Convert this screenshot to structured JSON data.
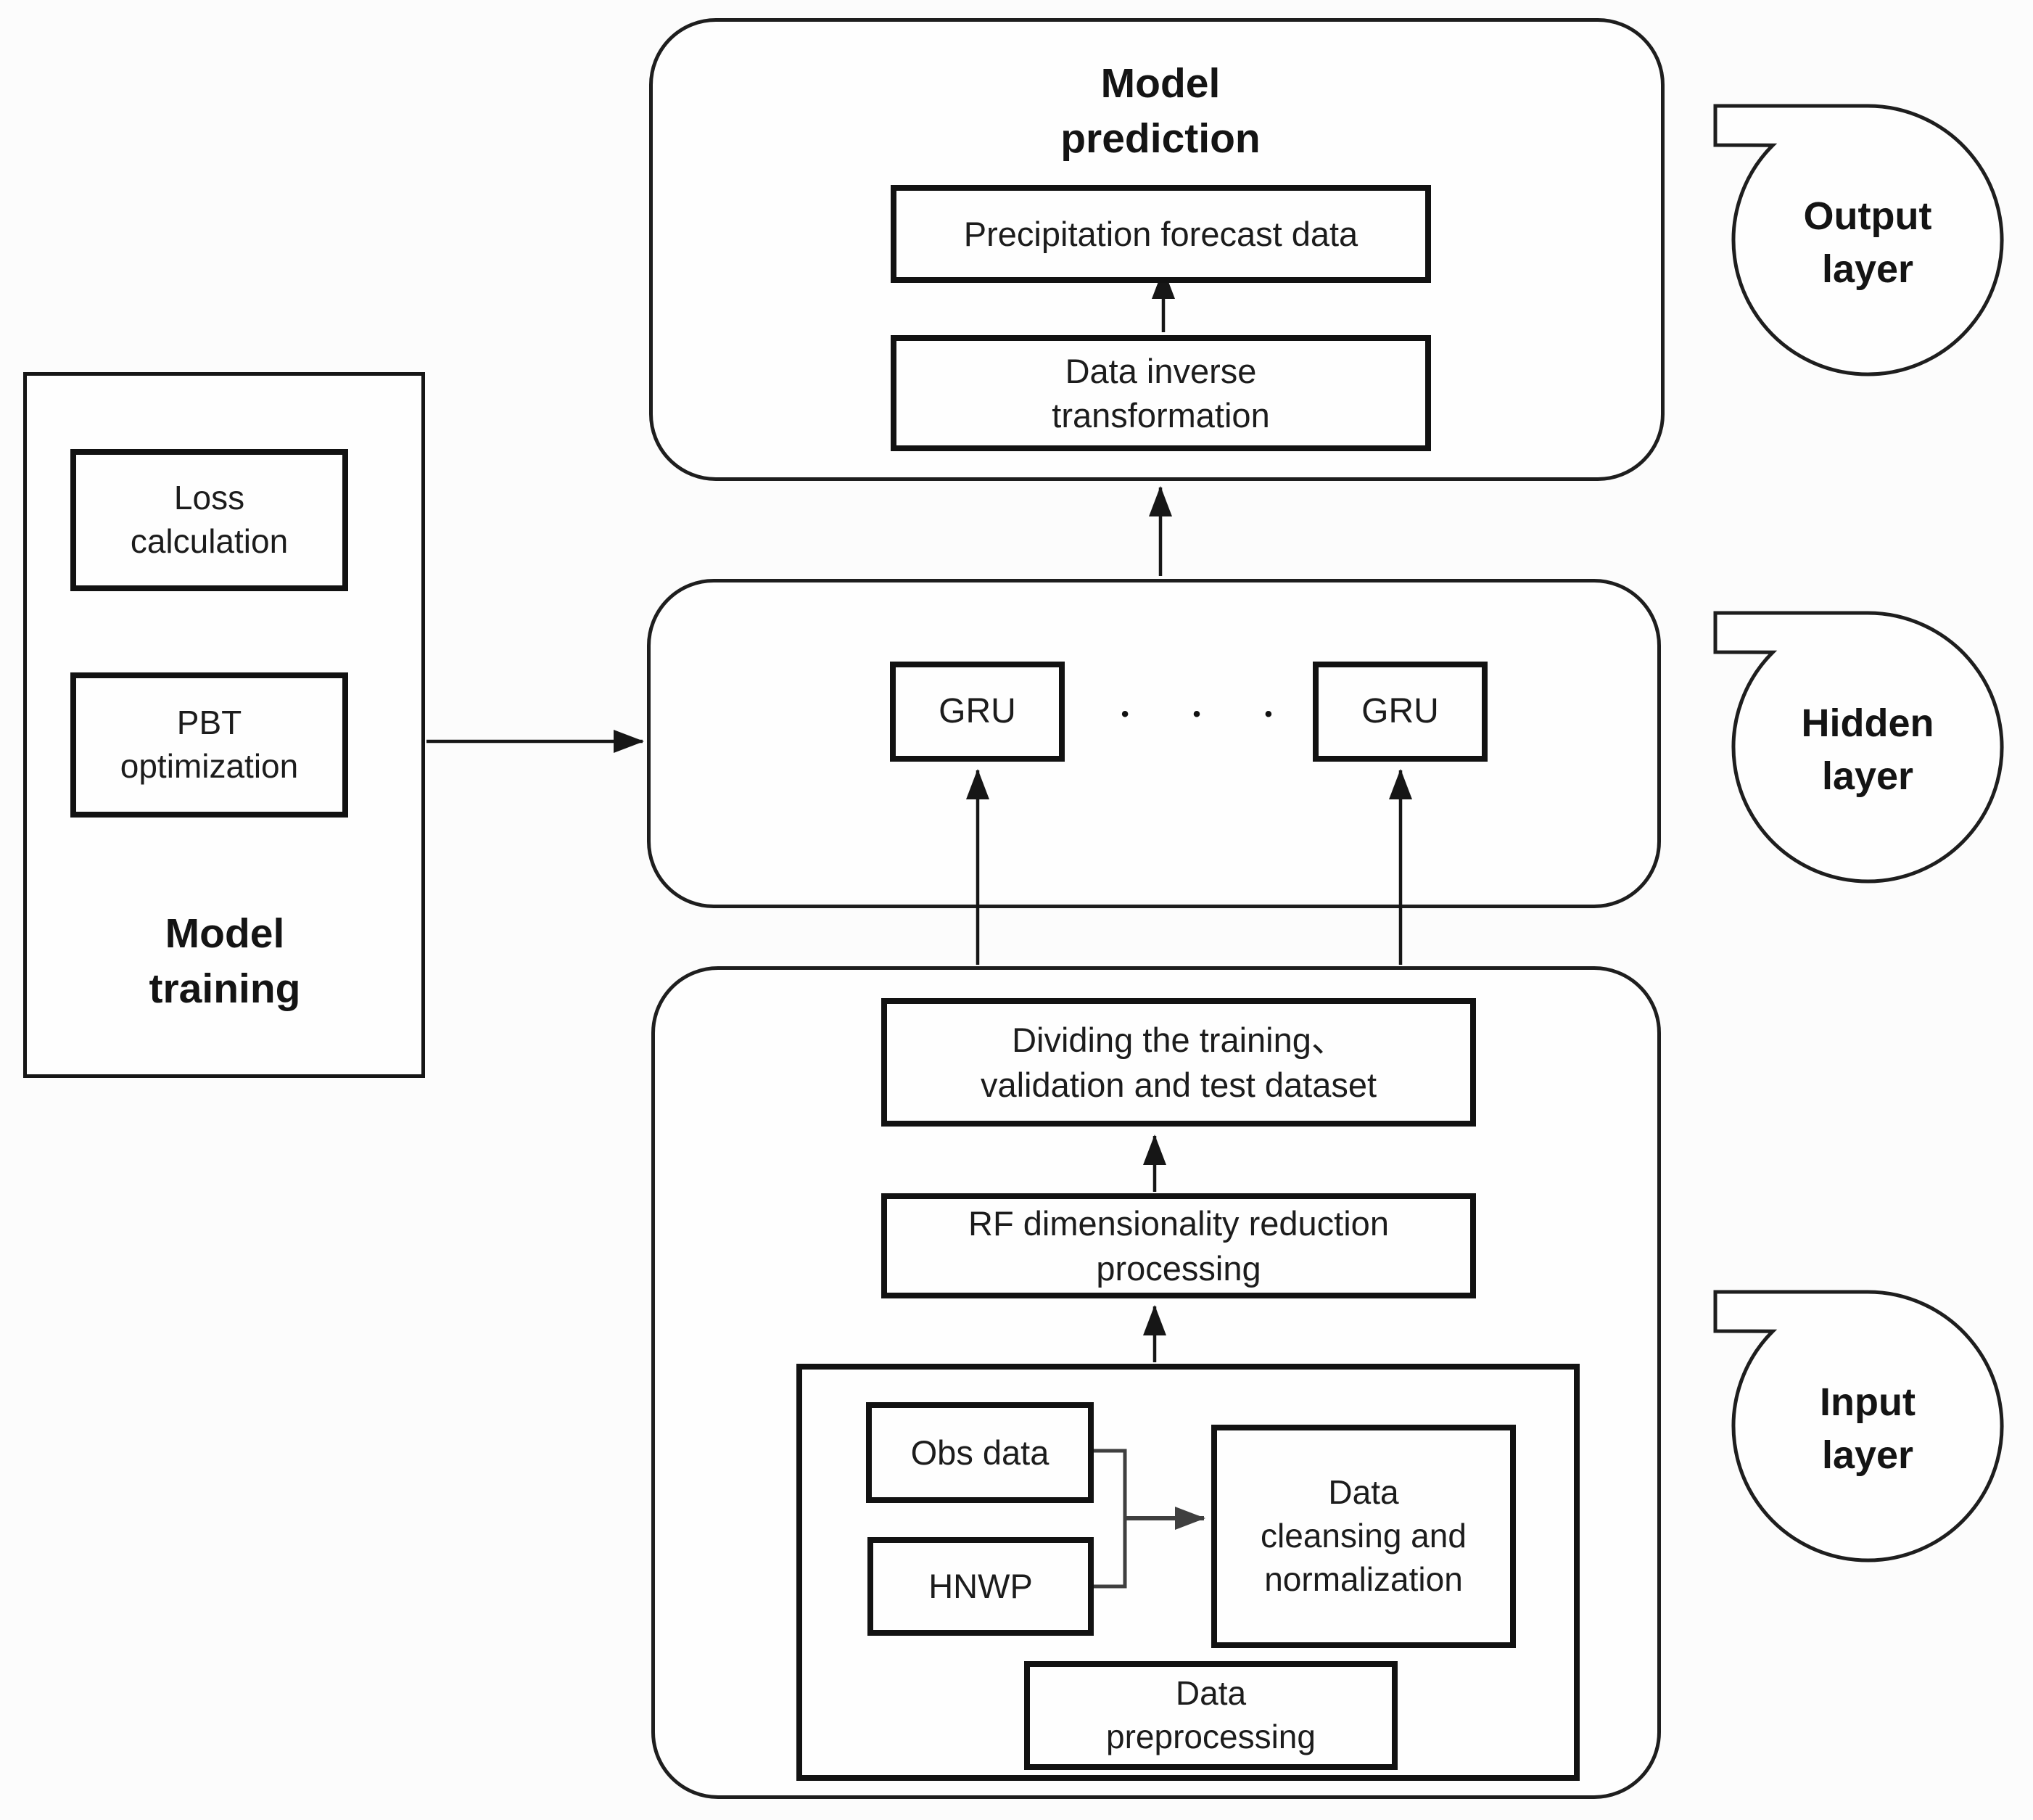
{
  "colors": {
    "background": "#fcfcfc",
    "stroke": "#1e1e1e",
    "box_border": "#121212",
    "text": "#1c1c1c",
    "connector_gray": "#3f3f3f"
  },
  "prediction_panel": {
    "title_lines": [
      "Model",
      "prediction"
    ],
    "forecast_box": "Precipitation forecast data",
    "inverse_box_lines": [
      "Data inverse",
      "transformation"
    ]
  },
  "hidden_panel": {
    "gru_left": "GRU",
    "gru_right": "GRU",
    "ellipsis": "• • •"
  },
  "training_panel": {
    "loss_box_lines": [
      "Loss",
      "calculation"
    ],
    "pbt_box_lines": [
      "PBT",
      "optimization"
    ],
    "title_lines": [
      "Model",
      "training"
    ]
  },
  "input_panel": {
    "dividing_box_lines": [
      "Dividing the training、",
      "validation and test dataset"
    ],
    "rf_box_lines": [
      "RF dimensionality reduction",
      "processing"
    ],
    "preprocessing_group": {
      "obs_box": "Obs data",
      "hnwp_box": "HNWP",
      "cleansing_box_lines": [
        "Data",
        "cleansing and",
        "normalization"
      ],
      "label_box_lines": [
        "Data",
        "preprocessing"
      ]
    }
  },
  "callouts": {
    "output_lines": [
      "Output",
      "layer"
    ],
    "hidden_lines": [
      "Hidden",
      "layer"
    ],
    "input_lines": [
      "Input",
      "layer"
    ]
  }
}
